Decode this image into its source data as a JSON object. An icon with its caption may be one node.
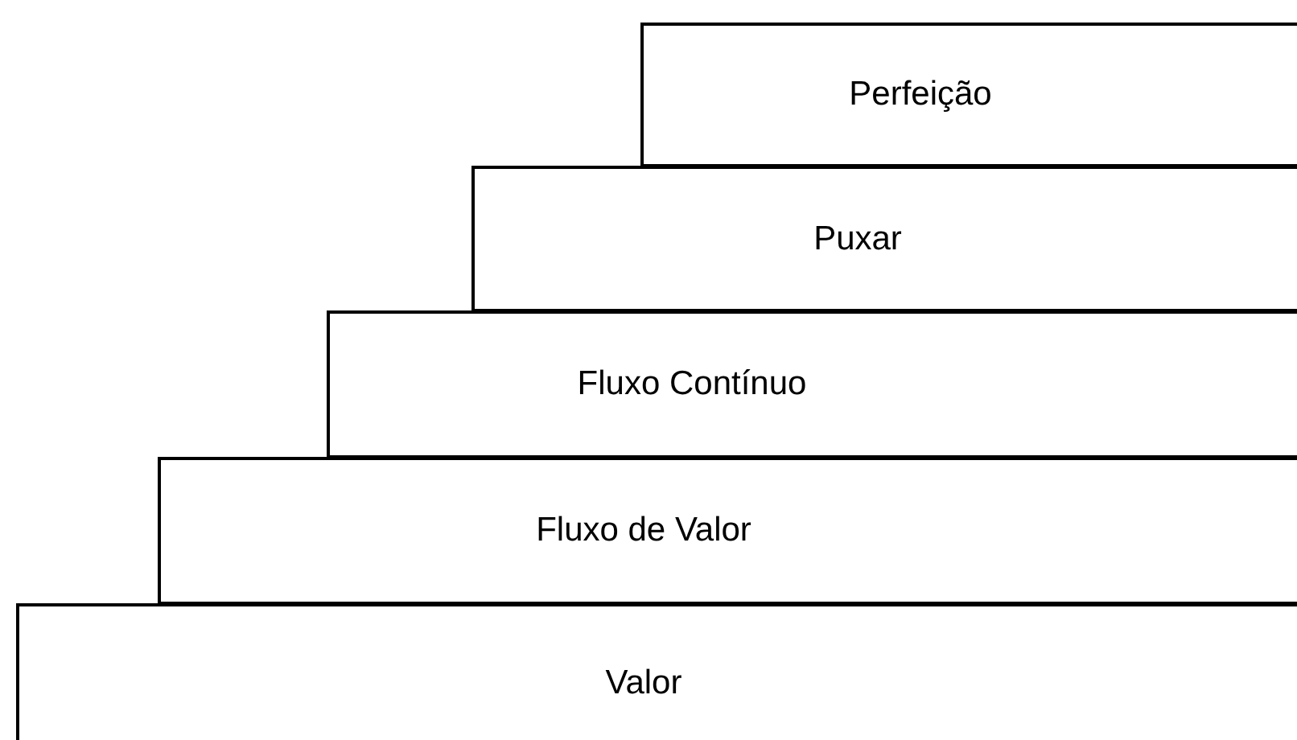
{
  "diagram": {
    "nodes": [
      {
        "text": [
          "Perfeição"
        ]
      },
      {
        "text": [
          "Puxar"
        ]
      },
      {
        "text": [
          "Fluxo Contínuo"
        ]
      },
      {
        "text": [
          "Fluxo de Valor"
        ]
      },
      {
        "text": [
          "Valor"
        ]
      }
    ]
  }
}
